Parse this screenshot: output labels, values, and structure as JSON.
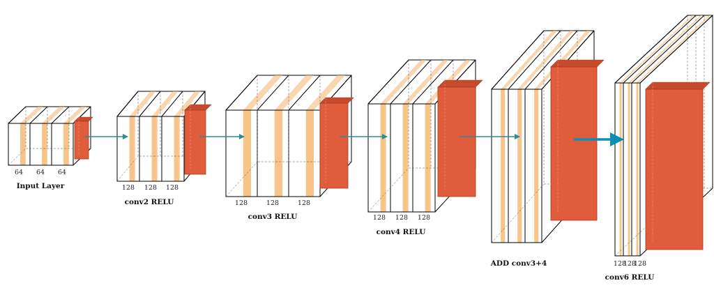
{
  "colors": {
    "block_face": "#FFE6BE",
    "block_top": "#FFF2DA",
    "stripe": "#F7C58A",
    "side_dark": "#F5D3A0",
    "relu": "#E15C3B",
    "relu_edge": "#A8391E",
    "arrow": "#2E8B9A",
    "arrow_big": "#0F8DB3"
  },
  "layers": [
    {
      "id": "input",
      "caption": "Input Layer",
      "dims": [
        "64",
        "64",
        "64"
      ],
      "relu": true
    },
    {
      "id": "conv2",
      "caption": "conv2 RELU",
      "dims": [
        "128",
        "128",
        "128"
      ],
      "relu": true
    },
    {
      "id": "conv3",
      "caption": "conv3 RELU",
      "dims": [
        "128",
        "128",
        "128"
      ],
      "relu": true
    },
    {
      "id": "conv4",
      "caption": "conv4 RELU",
      "dims": [
        "128",
        "128",
        "128"
      ],
      "relu": true
    },
    {
      "id": "add",
      "caption": "ADD conv3+4",
      "dims": [],
      "relu": true
    },
    {
      "id": "conv6",
      "caption": "conv6 RELU",
      "dims": [
        "128",
        "128",
        "128"
      ],
      "relu": true
    }
  ],
  "connections": [
    {
      "from": "input",
      "to": "conv2",
      "style": "thin"
    },
    {
      "from": "conv2",
      "to": "conv3",
      "style": "thin"
    },
    {
      "from": "conv3",
      "to": "conv4",
      "style": "thin"
    },
    {
      "from": "conv4",
      "to": "add",
      "style": "thin"
    },
    {
      "from": "add",
      "to": "conv6",
      "style": "thick"
    }
  ]
}
